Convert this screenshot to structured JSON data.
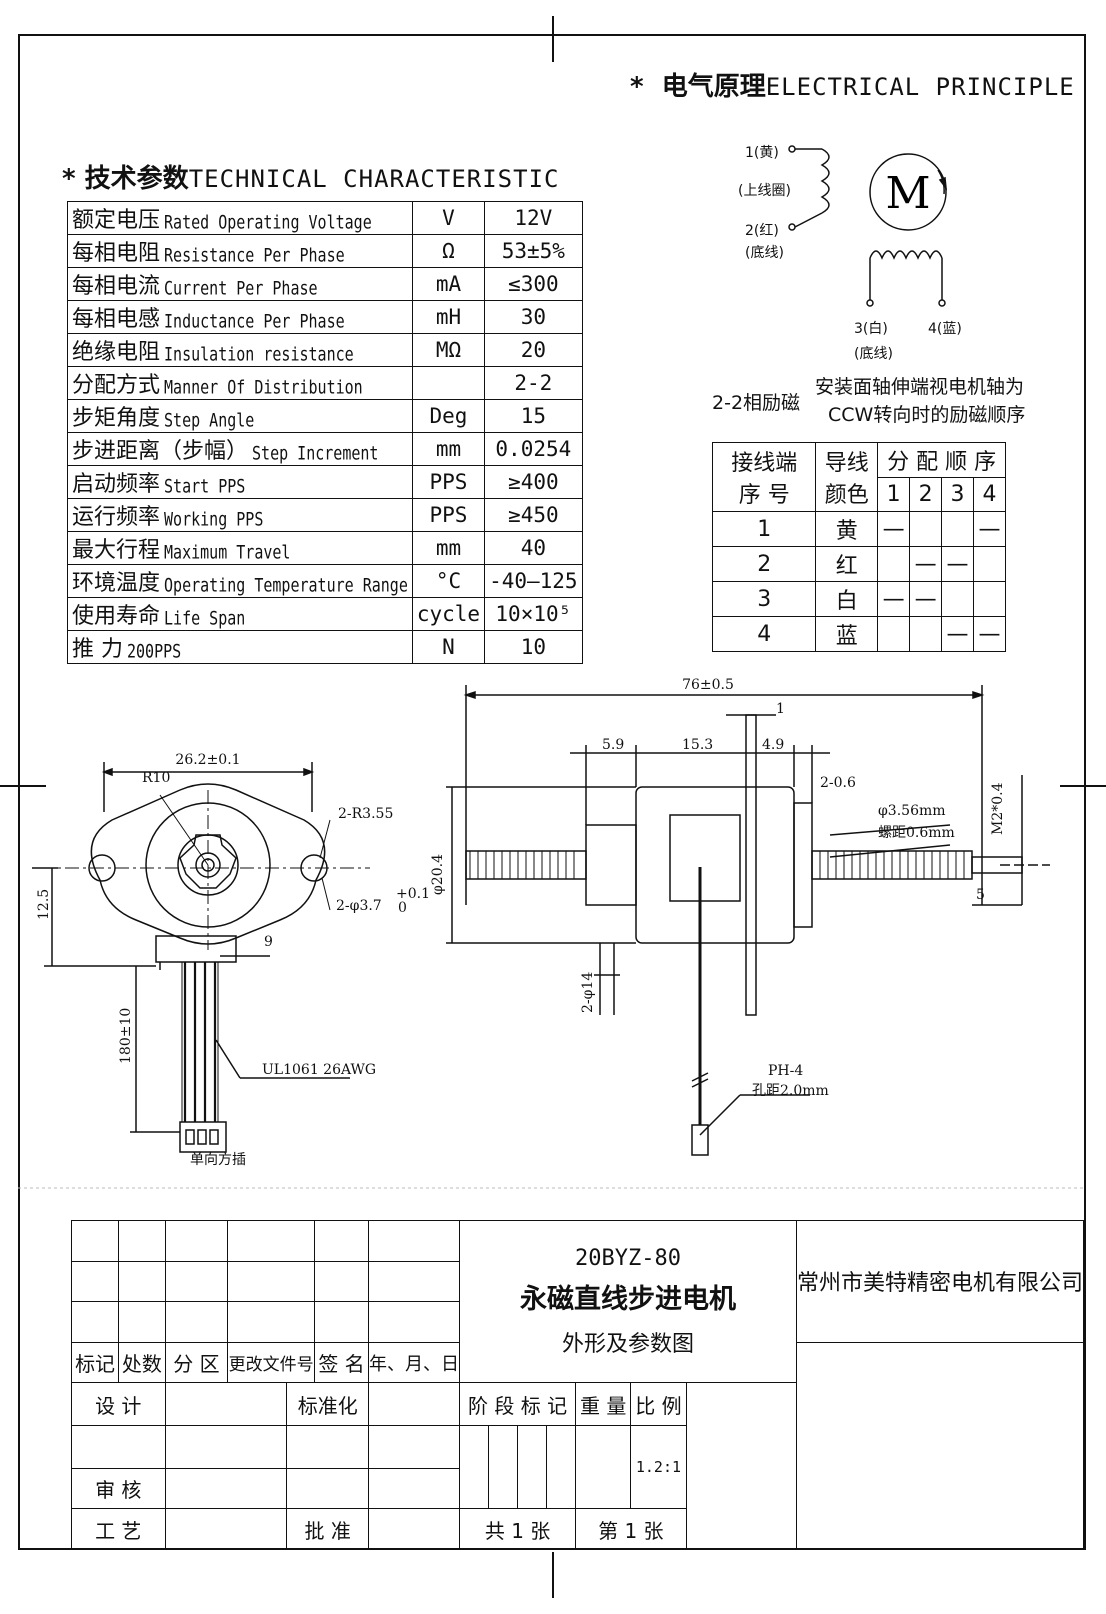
{
  "electrical_title": {
    "star": "*",
    "cn": "电气原理",
    "en": "ELECTRICAL PRINCIPLE"
  },
  "tech_title": {
    "star": "*",
    "cn": "技术参数",
    "en": "TECHNICAL CHARACTERISTIC"
  },
  "tech_rows": [
    {
      "cn": "额定电压",
      "en": "Rated Operating Voltage",
      "unit": "V",
      "value": "12V"
    },
    {
      "cn": "每相电阻",
      "en": "Resistance Per Phase",
      "unit": "Ω",
      "value": "53±5%"
    },
    {
      "cn": "每相电流",
      "en": "Current Per Phase",
      "unit": "mA",
      "value": "≤300"
    },
    {
      "cn": "每相电感",
      "en": "Inductance Per Phase",
      "unit": "mH",
      "value": "30"
    },
    {
      "cn": "绝缘电阻",
      "en": "Insulation resistance",
      "unit": "MΩ",
      "value": "20"
    },
    {
      "cn": "分配方式",
      "en": "Manner Of Distribution",
      "unit": "",
      "value": "2-2"
    },
    {
      "cn": "步矩角度",
      "en": "Step Angle",
      "unit": "Deg",
      "value": "15"
    },
    {
      "cn": "步进距离（步幅）",
      "en": "Step Increment",
      "unit": "mm",
      "value": "0.0254"
    },
    {
      "cn": "启动频率",
      "en": "Start PPS",
      "unit": "PPS",
      "value": "≥400"
    },
    {
      "cn": "运行频率",
      "en": "Working PPS",
      "unit": "PPS",
      "value": "≥450"
    },
    {
      "cn": "最大行程",
      "en": "Maximum Travel",
      "unit": "mm",
      "value": "40"
    },
    {
      "cn": "环境温度",
      "en": "Operating Temperature Range",
      "unit": "°C",
      "value": "-40—125"
    },
    {
      "cn": "使用寿命",
      "en": "Life Span",
      "unit": "cycle",
      "value": "10×10⁵"
    },
    {
      "cn": "推 力",
      "en": "200PPS",
      "unit": "N",
      "value": "10"
    }
  ],
  "schematic": {
    "pin1": "1(黄)",
    "pin1_note": "(上线圈)",
    "pin2": "2(红)",
    "pin2_note": "(底线)",
    "pin3": "3(白)",
    "pin3_note": "(底线)",
    "pin4": "4(蓝)",
    "motor": "M"
  },
  "excitation": {
    "label": "2-2相励磁",
    "desc_line1": "安装面轴伸端视电机轴为",
    "desc_line2": "CCW转向时的励磁顺序"
  },
  "seq_table": {
    "h_terminal_1": "接线端",
    "h_terminal_2": "序 号",
    "h_wire_1": "导线",
    "h_wire_2": "颜色",
    "h_order": "分 配 顺 序",
    "steps": [
      "1",
      "2",
      "3",
      "4"
    ],
    "rows": [
      {
        "no": "1",
        "color": "黄",
        "marks": [
          "—",
          "",
          "",
          "—"
        ]
      },
      {
        "no": "2",
        "color": "红",
        "marks": [
          "",
          "—",
          "—",
          ""
        ]
      },
      {
        "no": "3",
        "color": "白",
        "marks": [
          "—",
          "—",
          "",
          ""
        ]
      },
      {
        "no": "4",
        "color": "蓝",
        "marks": [
          "",
          "",
          "—",
          "—"
        ]
      }
    ]
  },
  "dims": {
    "total_len": "76±0.5",
    "flange_th": "1",
    "d59": "5.9",
    "d153": "15.3",
    "d49": "4.9",
    "d206": "2-0.6",
    "shaft_dia": "φ3.56mm",
    "pitch": "螺距0.6mm",
    "thread": "M2*0.4",
    "tip": "5",
    "body_dia": "φ20.4",
    "lead_dia": "2-φ14",
    "connector": "PH-4",
    "conn_pitch": "孔距2.0mm",
    "width": "26.2±0.1",
    "r10": "R10",
    "r355": "2-R3.55",
    "hole": "2-φ3.7",
    "hole_tol": "+0.1",
    "hole_tol2": "0",
    "h125": "12.5",
    "d9": "9",
    "lead_len": "180±10",
    "wire": "UL1061 26AWG",
    "conn_note": "单向方插"
  },
  "title_block": {
    "model": "20BYZ-80",
    "name": "永磁直线步进电机",
    "drawing": "外形及参数图",
    "company": "常州市美特精密电机有限公司",
    "mark": "标记",
    "place": "处数",
    "zone": "分 区",
    "doc": "更改文件号",
    "sign": "签 名",
    "date": "年、月、日",
    "design": "设 计",
    "standard": "标准化",
    "review": "审 核",
    "craft": "工 艺",
    "approve": "批 准",
    "stage": "阶 段 标 记",
    "weight": "重 量",
    "scale_label": "比 例",
    "scale": "1.2:1",
    "total": "共 1 张",
    "sheet": "第 1 张"
  }
}
